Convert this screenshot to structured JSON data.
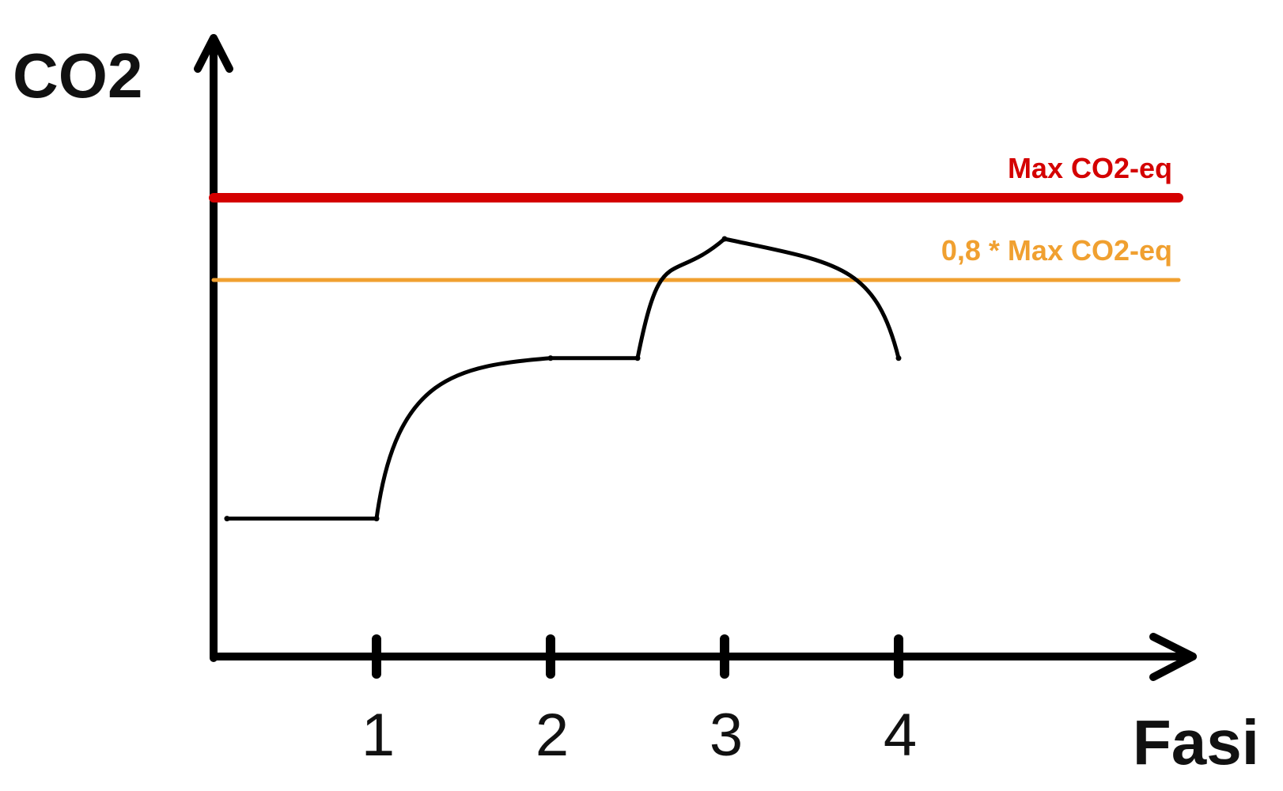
{
  "chart_data": {
    "type": "line",
    "ylabel": "CO2",
    "xlabel": "Fasi",
    "x_ticks": [
      {
        "value": 1,
        "label": "1"
      },
      {
        "value": 2,
        "label": "2"
      },
      {
        "value": 3,
        "label": "3"
      },
      {
        "value": 4,
        "label": "4"
      }
    ],
    "reference_lines": [
      {
        "label": "Max CO2-eq",
        "value": 100,
        "color": "#d40000"
      },
      {
        "label": "0,8 * Max CO2-eq",
        "value": 80,
        "color": "#f0a030"
      }
    ],
    "series": [
      {
        "color": "#000000",
        "points": [
          {
            "x": 0.05,
            "y": 22
          },
          {
            "x": 1.0,
            "y": 22
          },
          {
            "x": 2.0,
            "y": 61
          },
          {
            "x": 2.5,
            "y": 61
          },
          {
            "x": 3.0,
            "y": 90
          },
          {
            "x": 4.0,
            "y": 61
          }
        ]
      }
    ],
    "grid": false,
    "legend": "none"
  }
}
